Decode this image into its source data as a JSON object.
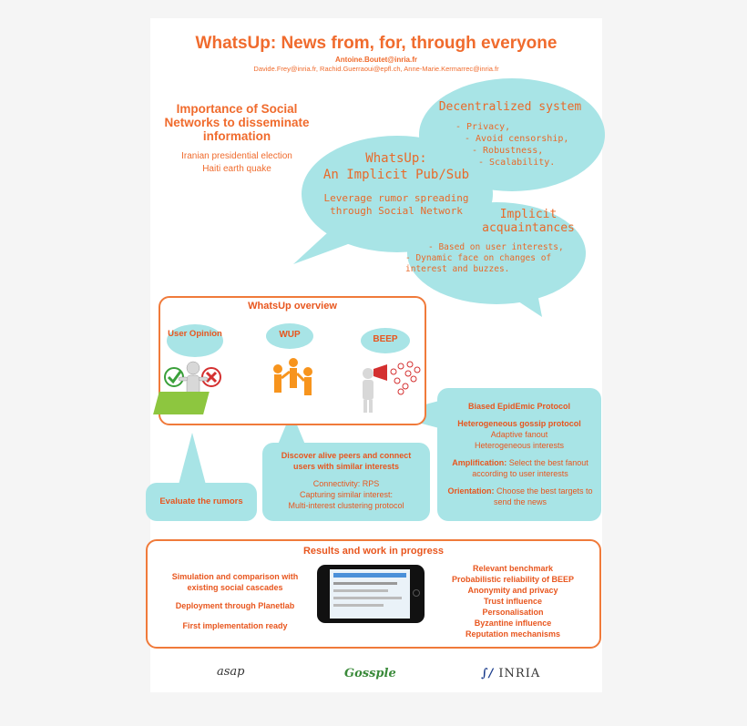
{
  "title": "WhatsUp: News from, for, through everyone",
  "author_main": "Antoine.Boutet@inria.fr",
  "authors": "Davide.Frey@inria.fr, Rachid.Guerraoui@epfl.ch, Anne-Marie.Kermarrec@inria.fr",
  "importance": {
    "title": "Importance of Social Networks to disseminate information",
    "lines": [
      "Iranian presidential election",
      "Haiti earth quake"
    ]
  },
  "decentralized": {
    "title": "Decentralized system",
    "items": [
      "- Privacy,",
      "- Avoid censorship,",
      "- Robustness,",
      "- Scalability."
    ]
  },
  "whatsup_bubble": {
    "title1": "WhatsUp:",
    "title2": "An Implicit Pub/Sub",
    "line1": "Leverage rumor spreading",
    "line2": "through Social Network"
  },
  "implicit": {
    "title1": "Implicit",
    "title2": "acquaintances",
    "line1": "- Based on user interests,",
    "line2": "- Dynamic face on changes of",
    "line3": "interest and buzzes."
  },
  "overview": {
    "title": "WhatsUp overview",
    "user_opinion": "User Opinion",
    "wup": "WUP",
    "beep": "BEEP"
  },
  "evaluate": "Evaluate the rumors",
  "discover": {
    "title": "Discover alive peers and connect users with similar interests",
    "line1": "Connectivity: RPS",
    "line2": "Capturing similar interest:",
    "line3": "Multi-interest clustering protocol"
  },
  "beep_box": {
    "title1": "Biased EpidEmic Protocol",
    "title2": "Heterogeneous gossip protocol",
    "line1": "Adaptive fanout",
    "line2": "Heterogeneous interests",
    "amp_label": "Amplification:",
    "amp_text": "Select the best fanout according to user interests",
    "ori_label": "Orientation:",
    "ori_text": "Choose the best targets to send the news"
  },
  "results": {
    "title": "Results and work in progress",
    "left": [
      "Simulation and comparison with existing social cascades",
      "Deployment through Planetlab",
      "First implementation ready"
    ],
    "right": [
      "Relevant benchmark",
      "Probabilistic reliability of BEEP",
      "Anonymity and privacy",
      "Trust influence",
      "Personalisation",
      "Byzantine influence",
      "Reputation mechanisms"
    ]
  },
  "logos": {
    "asap": "asap",
    "gossple": "Gossple",
    "inria": "INRIA"
  },
  "colors": {
    "accent": "#f06b2d",
    "bubble": "#a8e4e6"
  }
}
